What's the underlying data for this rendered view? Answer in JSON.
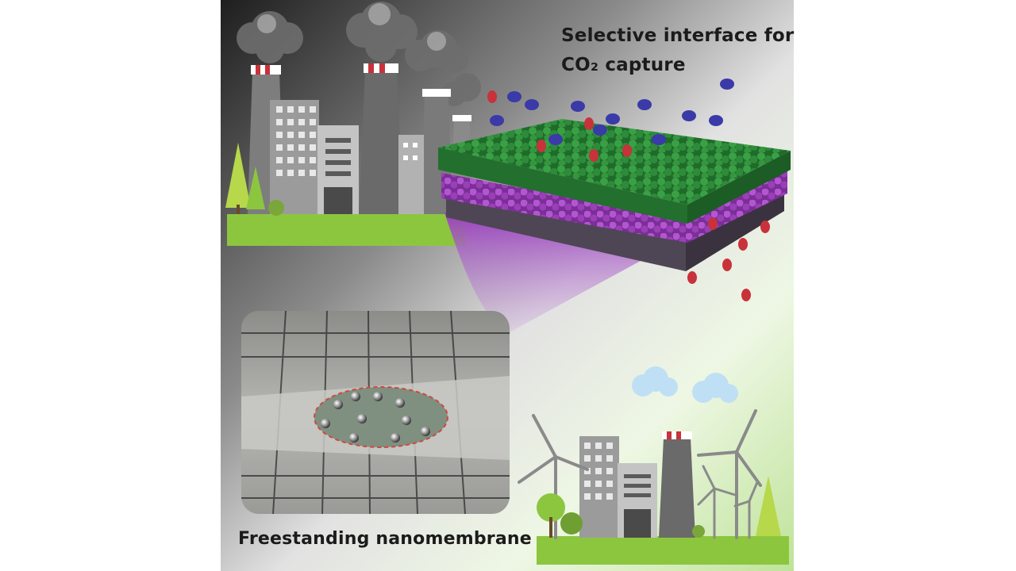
{
  "labels": {
    "title_line1": "Selective interface for",
    "title_line2": "CO₂ capture",
    "caption": "Freestanding nanomembrane"
  },
  "icons": [
    "smokestack-icon",
    "factory-building-icon",
    "smoke-cloud-icon",
    "tree-icon",
    "membrane-block-icon",
    "co2-molecule-icon",
    "n2-molecule-icon",
    "wind-turbine-icon",
    "cloud-icon",
    "photo-inset-icon",
    "water-droplet-icon"
  ],
  "colors": {
    "polluted_sky": "#2a2a2a",
    "clean_sky": "#e8f5d8",
    "grass": "#8cc63f",
    "membrane_green": "#2e8b3a",
    "membrane_purple": "#a84cc4",
    "substrate": "#5a5060",
    "co2_red": "#c8323a",
    "n2_blue": "#3a3aa8"
  }
}
